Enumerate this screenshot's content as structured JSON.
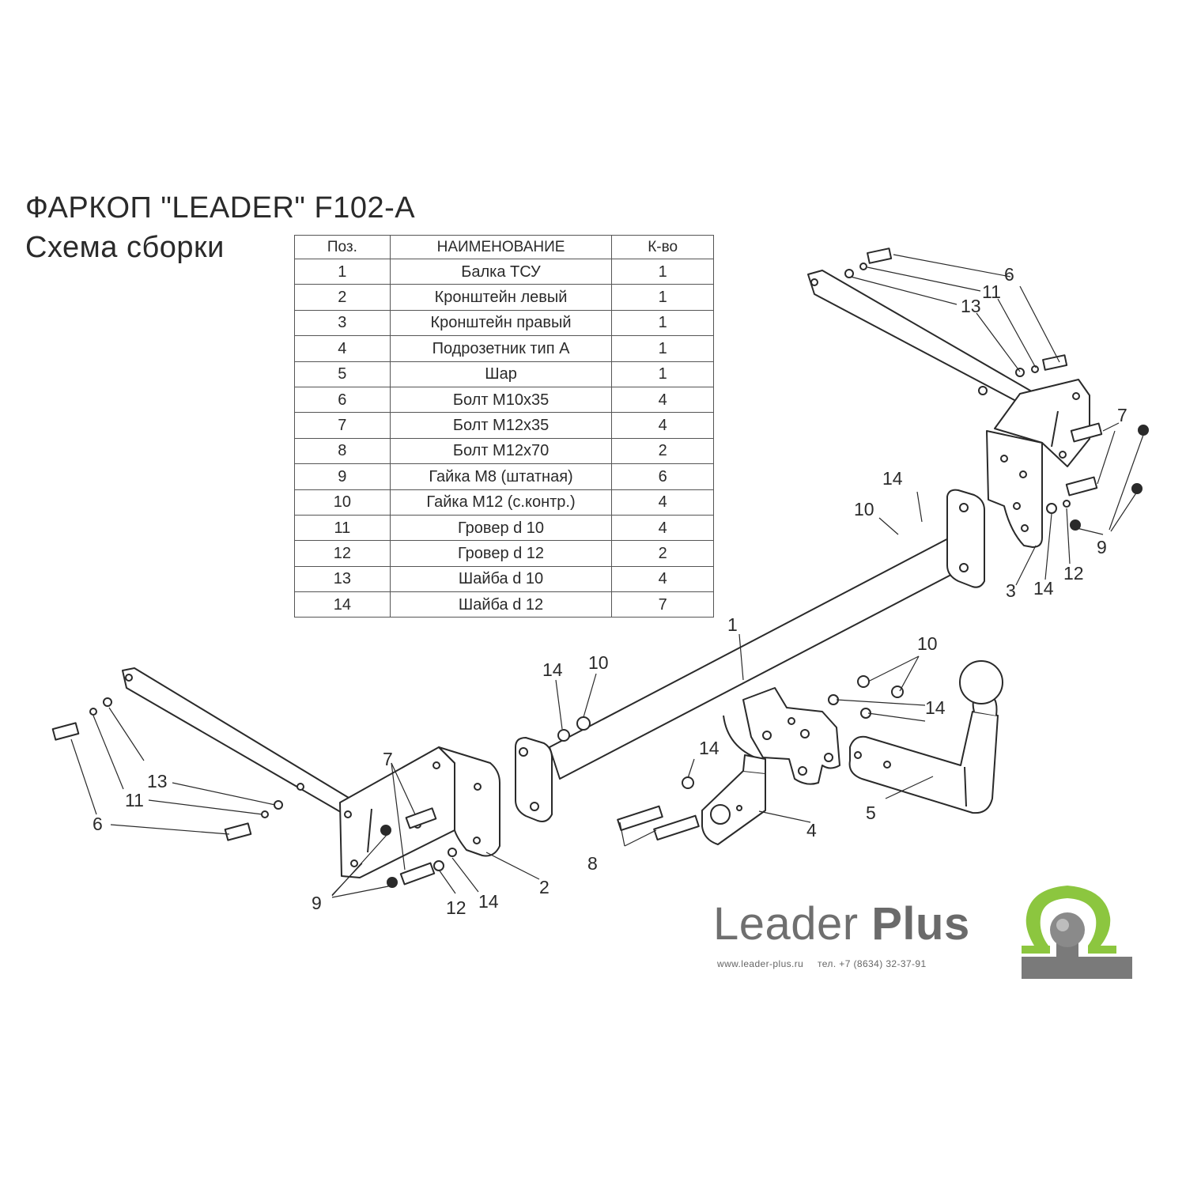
{
  "title_line1": "ФАРКОП \"LEADER\" F102-A",
  "title_line2": "Схема сборки",
  "table": {
    "headers": [
      "Поз.",
      "НАИМЕНОВАНИЕ",
      "К-во"
    ],
    "rows": [
      {
        "pos": "1",
        "name": "Балка ТСУ",
        "qty": "1"
      },
      {
        "pos": "2",
        "name": "Кронштейн левый",
        "qty": "1"
      },
      {
        "pos": "3",
        "name": "Кронштейн правый",
        "qty": "1"
      },
      {
        "pos": "4",
        "name": "Подрозетник тип А",
        "qty": "1"
      },
      {
        "pos": "5",
        "name": "Шар",
        "qty": "1"
      },
      {
        "pos": "6",
        "name": "Болт М10х35",
        "qty": "4"
      },
      {
        "pos": "7",
        "name": "Болт М12х35",
        "qty": "4"
      },
      {
        "pos": "8",
        "name": "Болт М12х70",
        "qty": "2"
      },
      {
        "pos": "9",
        "name": "Гайка  М8 (штатная)",
        "qty": "6"
      },
      {
        "pos": "10",
        "name": "Гайка М12 (с.контр.)",
        "qty": "4"
      },
      {
        "pos": "11",
        "name": "Гровер d 10",
        "qty": "4"
      },
      {
        "pos": "12",
        "name": "Гровер d 12",
        "qty": "2"
      },
      {
        "pos": "13",
        "name": "Шайба d 10",
        "qty": "4"
      },
      {
        "pos": "14",
        "name": "Шайба d 12",
        "qty": "7"
      }
    ]
  },
  "callouts": {
    "c1": "1",
    "c2": "2",
    "c3": "3",
    "c4": "4",
    "c5": "5",
    "c6a": "6",
    "c6b": "6",
    "c7a": "7",
    "c7b": "7",
    "c8": "8",
    "c9a": "9",
    "c9b": "9",
    "c10a": "10",
    "c10b": "10",
    "c10c": "10",
    "c11a": "11",
    "c11b": "11",
    "c12a": "12",
    "c12b": "12",
    "c13a": "13",
    "c13b": "13",
    "c14a": "14",
    "c14b": "14",
    "c14c": "14",
    "c14d": "14",
    "c14e": "14",
    "c14f": "14"
  },
  "brand": {
    "name_regular": "Leader",
    "name_bold": "Plus",
    "website": "www.leader-plus.ru",
    "phone": "тел. +7 (8634) 32-37-91"
  },
  "colors": {
    "logo_green": "#8cc63f",
    "logo_gray": "#7a7a7a",
    "line": "#2a2a2a"
  }
}
